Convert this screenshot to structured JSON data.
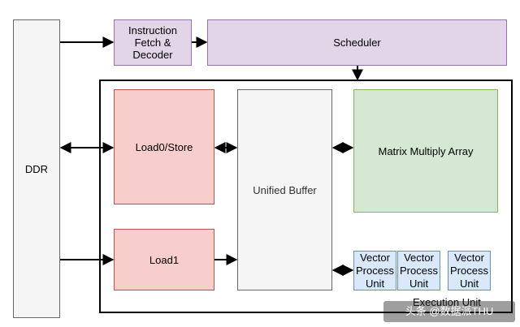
{
  "blocks": {
    "ddr": "DDR",
    "instruction_fetch": "Instruction Fetch & Decoder",
    "scheduler": "Scheduler",
    "load_store": "Load0/Store",
    "load1": "Load1",
    "unified_buffer": "Unified Buffer",
    "matrix_multiply": "Matrix Multiply Array",
    "vector_units": [
      "Vector Process Unit",
      "Vector Process Unit",
      "Vector Process Unit"
    ],
    "execution_unit": "Execution Unit"
  },
  "watermark": "头条 @数据派THU",
  "colors": {
    "purple_fill": "#e1d5e7",
    "red_fill": "#f8cecc",
    "green_fill": "#d5e8d4",
    "blue_fill": "#dae8fc",
    "gray_fill": "#f5f5f5"
  }
}
